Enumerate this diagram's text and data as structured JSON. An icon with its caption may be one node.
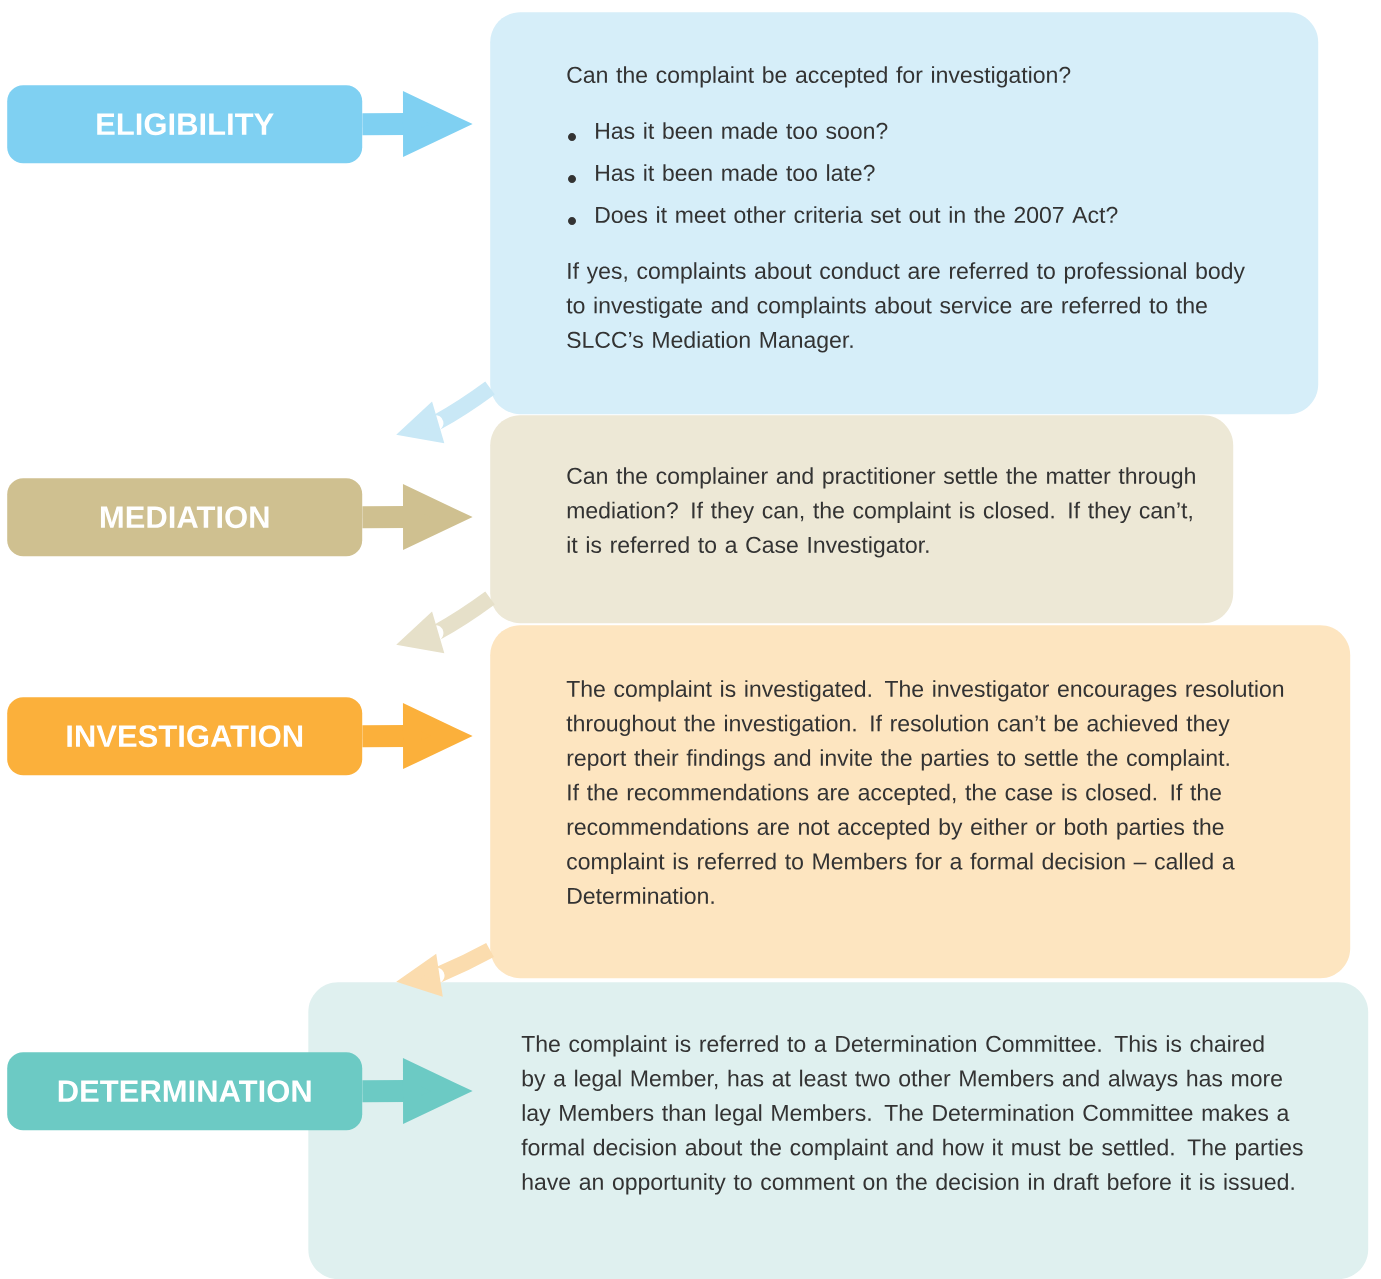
{
  "diagram": {
    "nodes": [
      {
        "text": [
          "ELIGIBILITY"
        ]
      },
      {
        "text": [
          "Can the complaint be accepted for investigation?",
          "Has it been made too soon?",
          "Has it been made too late?",
          "Does it meet other criteria set out in the 2007 Act?",
          "If yes, complaints about conduct are referred to professional body to investigate and complaints about service are referred to the SLCC’s Mediation Manager."
        ]
      },
      {
        "text": [
          "MEDIATION"
        ]
      },
      {
        "text": [
          "Can the complainer and practitioner settle the matter through mediation?  If they can, the complaint is closed. If they can’t, it is referred to a Case Investigator."
        ]
      },
      {
        "text": [
          "INVESTIGATION"
        ]
      },
      {
        "text": [
          "The complaint is investigated.  The investigator encourages resolution throughout the investigation.  If resolution can’t be achieved they report their findings and invite the parties to settle the complaint.  If the recommendations are accepted, the case is closed.  If the recommendations are not accepted by either or both parties the complaint is referred to Members for a formal decision – called a Determination."
        ]
      },
      {
        "text": [
          "DETERMINATION"
        ]
      },
      {
        "text": [
          "The complaint is referred to a Determination Committee. This is chaired by a legal Member, has at least two other Members and always has more lay Members than legal Members. The Determination Committee makes a formal decision about the complaint and how it must be settled.  The parties have an opportunity to comment on the decision in draft before it is issued."
        ]
      }
    ],
    "edges": [
      {
        "from": 0,
        "to": 1,
        "arrow": "to",
        "color": "#7fd0f2"
      },
      {
        "from": 2,
        "to": 3,
        "arrow": "to",
        "color": "#cfc090"
      },
      {
        "from": 4,
        "to": 5,
        "arrow": "to",
        "color": "#fbb03b"
      },
      {
        "from": 6,
        "to": 7,
        "arrow": "to",
        "color": "#6ccac4"
      },
      {
        "from": 1,
        "to": null,
        "arrow": "to",
        "color": "#c9e8f6"
      },
      {
        "from": 3,
        "to": null,
        "arrow": "to",
        "color": "#e6e0c9"
      },
      {
        "from": 5,
        "to": 7,
        "arrow": "to",
        "color": "#fbdcae"
      }
    ]
  }
}
